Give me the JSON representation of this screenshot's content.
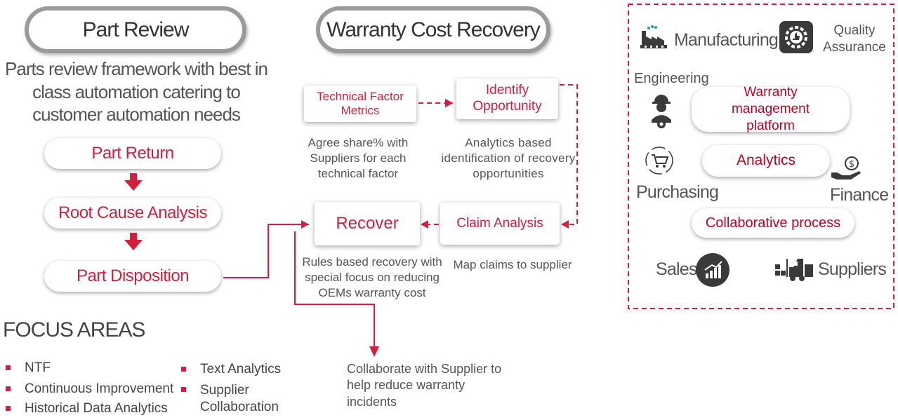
{
  "part_review": {
    "title": "Part Review",
    "description": "Parts review framework with best in class automation catering to customer automation needs",
    "steps": [
      "Part Return",
      "Root Cause Analysis",
      "Part Disposition"
    ]
  },
  "warranty_cost_recovery": {
    "title": "Warranty Cost Recovery",
    "technical_factor": {
      "label": "Technical Factor Metrics",
      "desc": "Agree share% with Suppliers for each technical factor"
    },
    "identify": {
      "label": "Identify Opportunity",
      "desc": "Analytics based identification of recovery opportunities"
    },
    "recover": {
      "label": "Recover",
      "desc": "Rules based recovery with special focus on reducing OEMs warranty cost"
    },
    "claim": {
      "label": "Claim Analysis",
      "desc": "Map claims to supplier"
    },
    "collaborate": "Collaborate with Supplier to help reduce warranty incidents"
  },
  "focus_areas": {
    "title": "FOCUS AREAS",
    "col1": [
      "NTF",
      "Continuous Improvement",
      "Historical Data Analytics"
    ],
    "col2": [
      "Text Analytics",
      "Supplier Collaboration"
    ]
  },
  "ecosystem": {
    "manufacturing": "Manufacturing",
    "quality_assurance": "Quality Assurance",
    "engineering": "Engineering",
    "purchasing": "Purchasing",
    "finance": "Finance",
    "sales": "Sales",
    "suppliers": "Suppliers",
    "platform": "Warranty management platform",
    "analytics": "Analytics",
    "collaborative": "Collaborative process"
  },
  "colors": {
    "accent": "#d31f3c",
    "pill_border": "#9a9a9a",
    "dark_icon": "#3a3a3a"
  }
}
